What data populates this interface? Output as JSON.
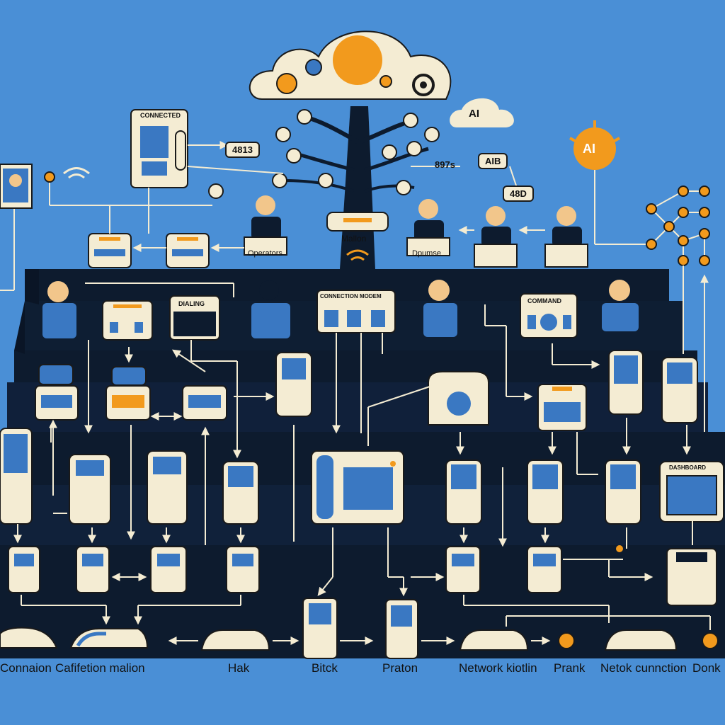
{
  "diagram": {
    "labels": {
      "top_cloud_small": "AI",
      "ai_hub": "AI",
      "desk_phone_header": "CONNECTED",
      "flow_tag_1": "4813",
      "flow_tag_2": "897s",
      "flow_tag_3": "AIB",
      "flow_tag_4": "48D",
      "person_tag_left": "Operators",
      "person_tag_right": "Dpumse",
      "trunk_device": "Mallon",
      "center_panel": "CONNECTION MODEM",
      "left_console": "DIALING",
      "right_console": "COMMAND",
      "right_monitor": "DASHBOARD"
    },
    "bottom_labels": [
      "Connaion",
      "Cafifetion malion",
      "Hak",
      "Bitck",
      "Praton",
      "Network kiotlin",
      "Prank",
      "Netok cunnction",
      "Donk"
    ]
  },
  "colors": {
    "background": "#4a8fd6",
    "tier": "#0d1b2e",
    "device_body": "#f4ecd3",
    "device_blue": "#3a78c2",
    "accent_orange": "#f29a1d",
    "line": "#f4ecd3"
  }
}
